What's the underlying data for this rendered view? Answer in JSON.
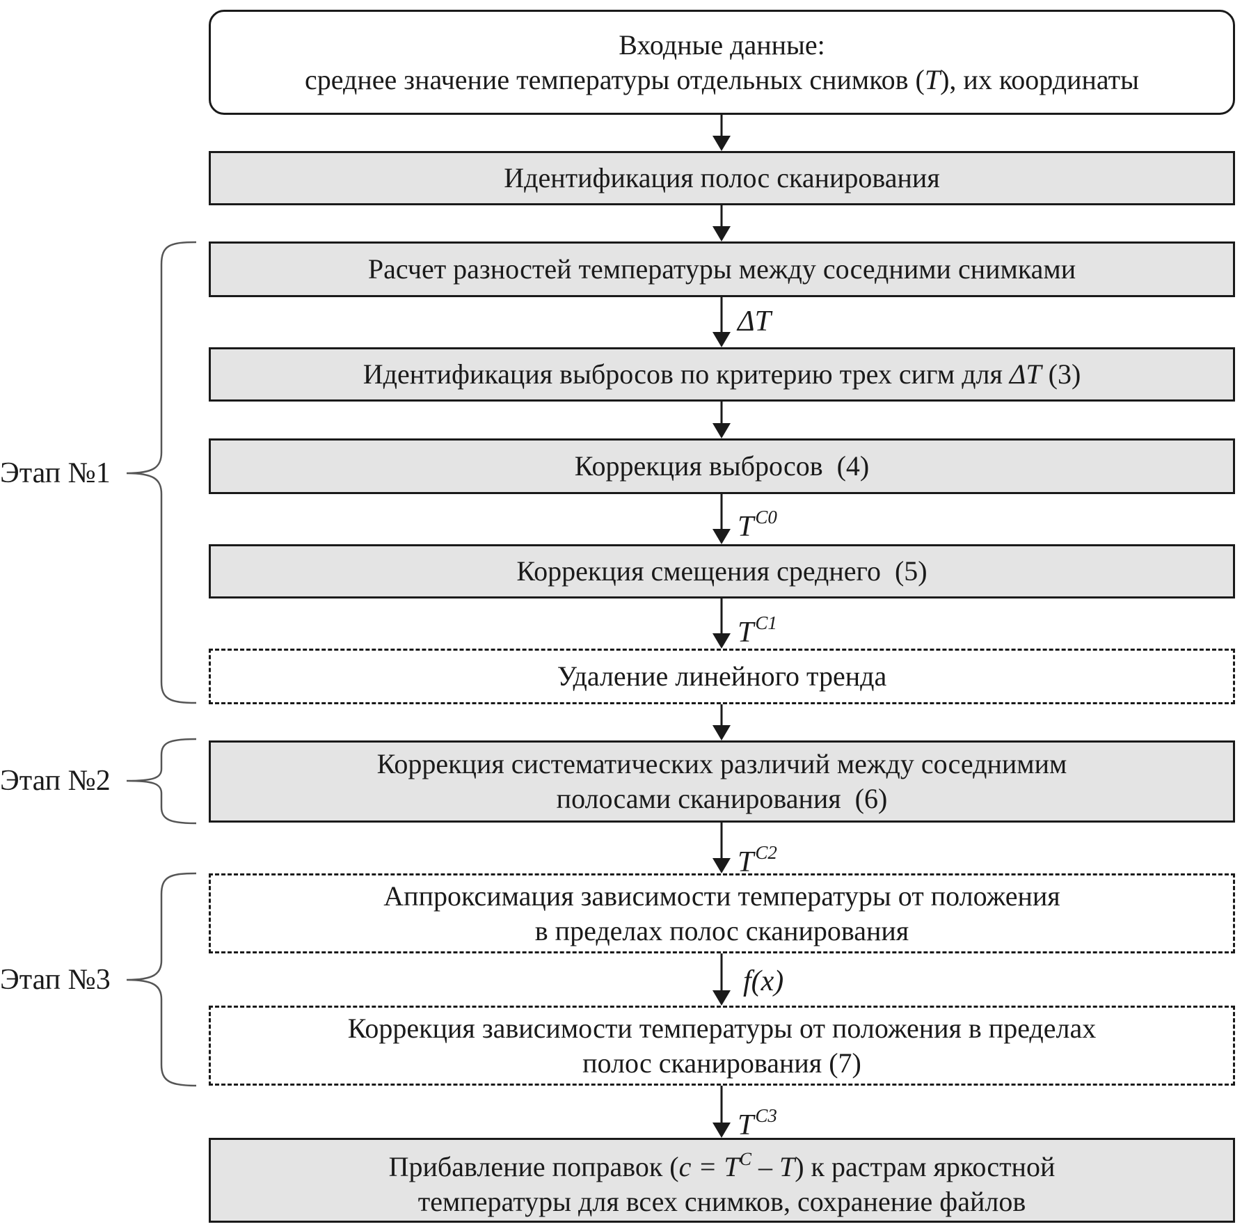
{
  "input": {
    "line1": "Входные данные:",
    "line2_a": "среднее значение температуры отдельных снимков (",
    "line2_sym": "T",
    "line2_b": "), их координаты"
  },
  "steps": [
    {
      "id": "scan-strip-identification",
      "lines": [
        "Идентификация полос сканирования"
      ]
    },
    {
      "id": "temp-diff-calc",
      "lines": [
        "Расчет разностей температуры между соседними снимками"
      ]
    },
    {
      "id": "outlier-identification",
      "text_a": "Идентификация выбросов по критерию трех сигм для ",
      "sym": "ΔT",
      "text_b": " (3)"
    },
    {
      "id": "outlier-correction",
      "lines": [
        "Коррекция выбросов  (4)"
      ]
    },
    {
      "id": "mean-shift-correction",
      "lines": [
        "Коррекция смещения среднего  (5)"
      ]
    },
    {
      "id": "linear-trend-removal",
      "lines": [
        "Удаление линейного тренда"
      ]
    },
    {
      "id": "systematic-diff-correction",
      "lines": [
        "Коррекция систематических различий между соседнимим",
        "полосами сканирования  (6)"
      ]
    },
    {
      "id": "position-approximation",
      "lines": [
        "Аппроксимация зависимости температуры от положения",
        "в пределах полос сканирования"
      ]
    },
    {
      "id": "position-correction",
      "lines": [
        "Коррекция зависимости температуры от положения в пределах",
        "полос сканирования (7)"
      ]
    }
  ],
  "final": {
    "line1_a": "Прибавление поправок (",
    "line1_sym": "c = T",
    "line1_sup": "C",
    "line1_mid": " – ",
    "line1_sym2": "T",
    "line1_b": ") к растрам яркостной",
    "line2": "температуры для всех снимков, сохранение файлов"
  },
  "arrow_labels": {
    "delta_t": "ΔT",
    "tc0_base": "T",
    "tc0_sup": "C0",
    "tc1_base": "T",
    "tc1_sup": "C1",
    "tc2_base": "T",
    "tc2_sup": "C2",
    "fx": "f(x)",
    "tc3_base": "T",
    "tc3_sup": "C3"
  },
  "stages": [
    "Этап №1",
    "Этап №2",
    "Этап №3"
  ]
}
